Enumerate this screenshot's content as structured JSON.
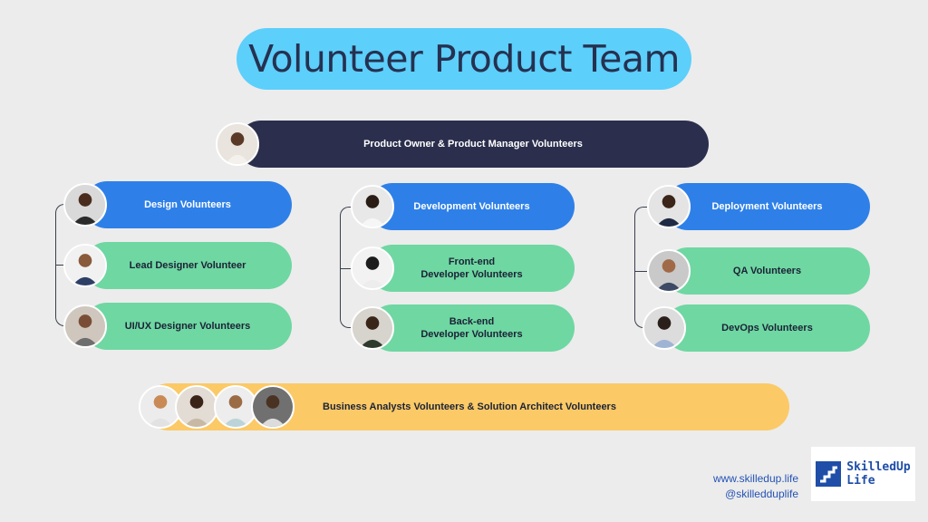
{
  "title": "Volunteer Product Team",
  "owner": {
    "label": "Product Owner & Product Manager Volunteers"
  },
  "columns": [
    {
      "header": "Design Volunteers",
      "items": [
        "Lead Designer Volunteer",
        "UI/UX Designer Volunteers"
      ]
    },
    {
      "header": "Development Volunteers",
      "items": [
        "Front-end\nDeveloper Volunteers",
        "Back-end\nDeveloper Volunteers"
      ]
    },
    {
      "header": "Deployment Volunteers",
      "items": [
        "QA Volunteers",
        "DevOps Volunteers"
      ]
    }
  ],
  "bottom": {
    "label": "Business Analysts Volunteers & Solution Architect Volunteers"
  },
  "footer": {
    "website": "www.skilledup.life",
    "handle": "@skilledduplife"
  },
  "logo": {
    "line1": "SkilledUp",
    "line2": "Life"
  },
  "colors": {
    "title_bg": "#5ccffb",
    "owner_bg": "#2b2f4d",
    "header_bg": "#2e80e8",
    "item_bg": "#6fd7a2",
    "bottom_bg": "#fbc966",
    "brand": "#1e4ea8"
  }
}
